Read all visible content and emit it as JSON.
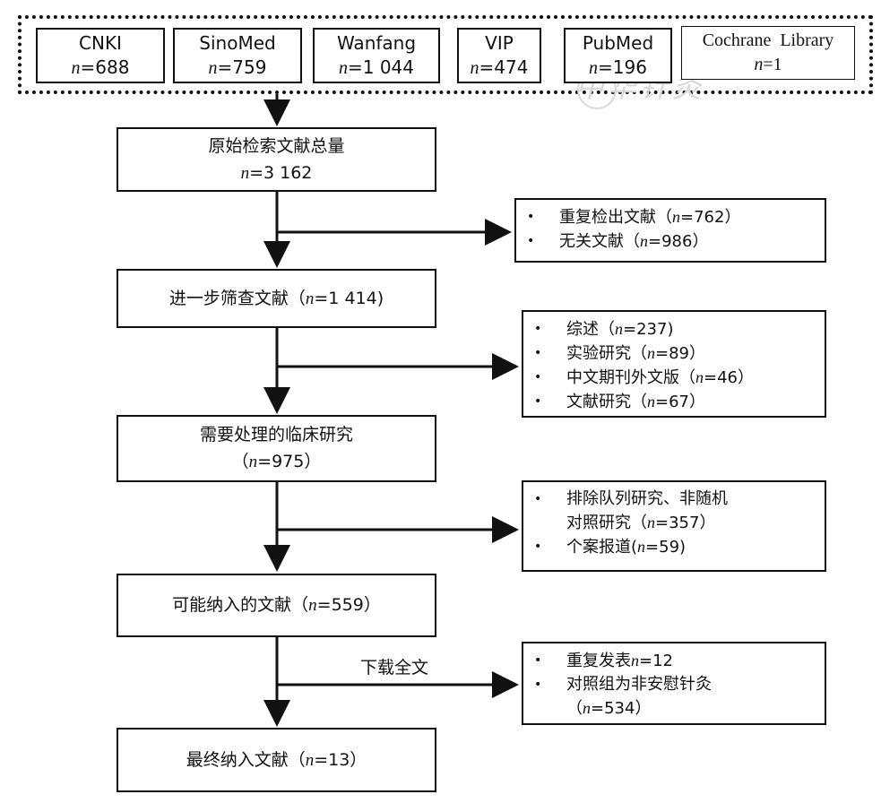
{
  "sources": [
    {
      "name": "CNKI",
      "n": "n",
      "count": "=688"
    },
    {
      "name": "SinoMed",
      "n": "n",
      "count": "=759"
    },
    {
      "name": "Wanfang",
      "n": "n",
      "count": "=1 044"
    },
    {
      "name": "VIP",
      "n": "n",
      "count": "=474"
    },
    {
      "name": "PubMed",
      "n": "n",
      "count": "=196"
    },
    {
      "name": "Cochrane  Library",
      "n": "n",
      "count": "=1"
    }
  ],
  "steps": {
    "total": {
      "line1": "原始检索文献总量",
      "n": "n",
      "count": "=3 162"
    },
    "screen": {
      "pre": "进一步筛查文献（",
      "n": "n",
      "count": "=1 414)"
    },
    "clinical": {
      "line1": "需要处理的临床研究",
      "pre": "（",
      "n": "n",
      "count": "=975）"
    },
    "possible": {
      "pre": "可能纳入的文献（",
      "n": "n",
      "count": "=559）"
    },
    "final": {
      "pre": "最终纳入文献（",
      "n": "n",
      "count": "=13）"
    }
  },
  "exclusions": {
    "e1": [
      {
        "pre": "重复检出文献（",
        "n": "n",
        "count": "=762）"
      },
      {
        "pre": "无关文献（",
        "n": "n",
        "count": "=986）"
      }
    ],
    "e2": [
      {
        "pre": "综述（",
        "n": "n",
        "count": "=237)"
      },
      {
        "pre": "实验研究（",
        "n": "n",
        "count": "=89）"
      },
      {
        "pre": "中文期刊外文版（",
        "n": "n",
        "count": "=46）"
      },
      {
        "pre": "文献研究（",
        "n": "n",
        "count": "=67）"
      }
    ],
    "e3": [
      {
        "pre": "排除队列研究、非随机",
        "line2": "对照研究（",
        "n": "n",
        "count": "=357）"
      },
      {
        "pre": "个案报道(",
        "n": "n",
        "count": "=59)"
      }
    ],
    "e4": [
      {
        "pre": "重复发表",
        "n": "n",
        "count": "=12"
      },
      {
        "pre": "对照组为非安慰针灸",
        "line2": "（",
        "n": "n",
        "count": "=534）"
      }
    ]
  },
  "labels": {
    "download": "下载全文"
  },
  "watermark": "中华针灸",
  "colors": {
    "line": "#111111",
    "watermark": "#d8d8d8"
  }
}
